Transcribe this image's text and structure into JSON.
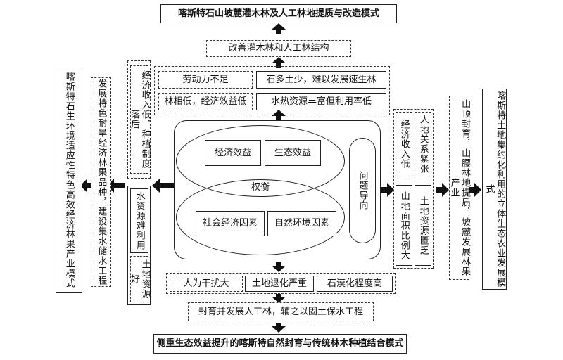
{
  "top": {
    "title": "喀斯特石山坡麓灌木林及人工林地提质与改造模式",
    "sub": "改善灌木林和人工林结构"
  },
  "upper_problems": {
    "a": "劳动力不足",
    "b": "石多土少，难以发展速生林",
    "c": "林相低，经济效益低",
    "d": "水热资源丰富但利用率低"
  },
  "left": {
    "outer_model": "喀斯特石生环境适应性特色高效经济林果产业模式",
    "inner_measure": "发展特色耐旱经济林果品种，建设集水储水工程",
    "problem_top": "经济收入低，种植制度落后",
    "problem_mid": "水资源难利用",
    "problem_bot": "土地资源好"
  },
  "center": {
    "econ": "经济效益",
    "eco": "生态效益",
    "balance": "权衡",
    "social": "社会经济因素",
    "natural": "自然环境因素",
    "problem": "问题导向"
  },
  "right": {
    "problem_a": "人地关系紧张",
    "problem_b": "经济收入低",
    "problem_c": "山地面积比例大",
    "problem_d": "土地资源匮乏",
    "measure": "山顶封育，山腰林地提质，坡麓发展林果产业",
    "outer_model": "喀斯特土地集约化利用的立体生态农业发展模式"
  },
  "bottom": {
    "problem_a": "人为干扰大",
    "problem_b": "土地退化严重",
    "problem_c": "石漠化程度高",
    "sub": "封育并发展人工林，辅之以固土保水工程",
    "title": "侧重生态效益提升的喀斯特自然封育与传统林木种植结合模式"
  }
}
